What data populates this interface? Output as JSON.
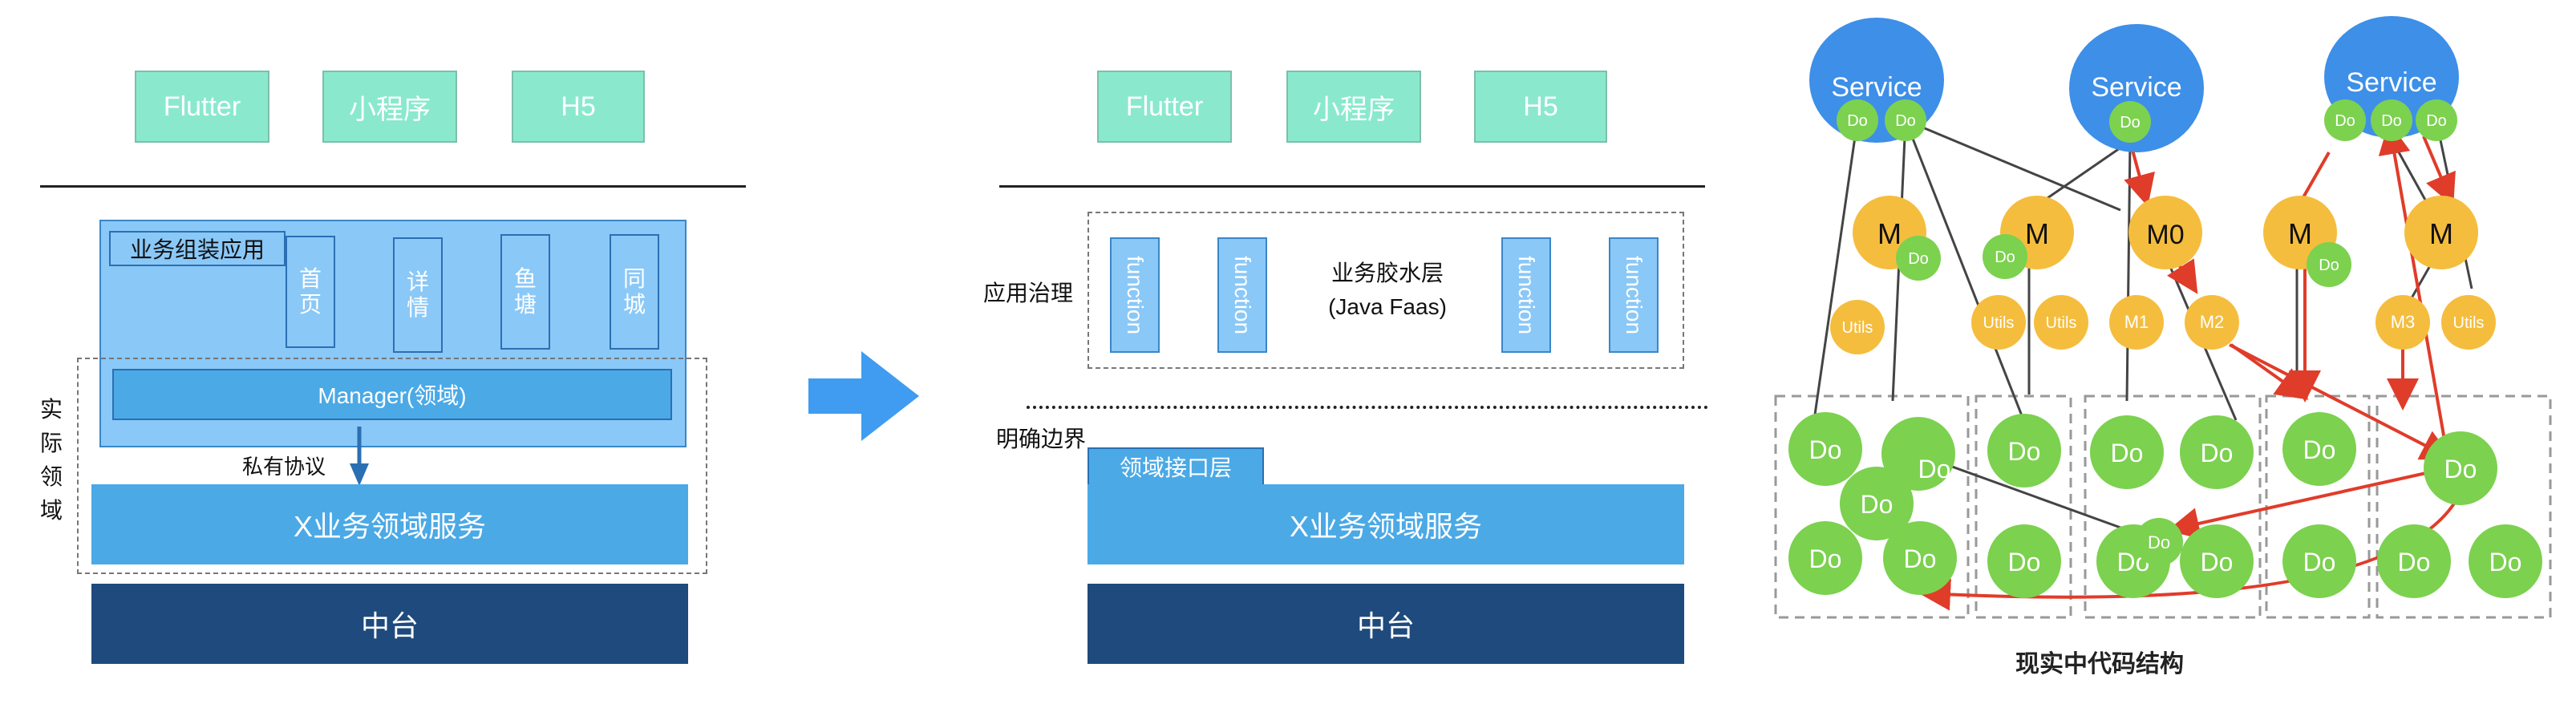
{
  "clients": [
    "Flutter",
    "小程序",
    "H5"
  ],
  "left": {
    "app_title": "业务组装应用",
    "pages": [
      "首页",
      "详情",
      "鱼塘",
      "同城"
    ],
    "manager": "Manager(领域)",
    "private_protocol": "私有协议",
    "actual_domain": "实际领域",
    "x_service": "X业务领域服务",
    "middle": "中台"
  },
  "right": {
    "governance": "应用治理",
    "function_label": "function",
    "glue_line1": "业务胶水层",
    "glue_line2": "(Java Faas)",
    "boundary": "明确边界",
    "interface_layer": "领域接口层",
    "x_service": "X业务领域服务",
    "middle": "中台"
  },
  "code": {
    "caption": "现实中代码结构",
    "service": "Service",
    "do": "Do",
    "m": "M",
    "m0": "M0",
    "m1": "M1",
    "m2": "M2",
    "m3": "M3",
    "utils": "Utils"
  },
  "colors": {
    "client_green": "#8ae9cc",
    "light_blue": "#8ac8f7",
    "service_blue": "#4ba9e6",
    "navy": "#1e4a7d",
    "arrow_blue": "#3f9cf0",
    "do_green": "#7cd14f",
    "m_orange": "#f5bd3e",
    "red_arrow": "#e03c2a"
  }
}
